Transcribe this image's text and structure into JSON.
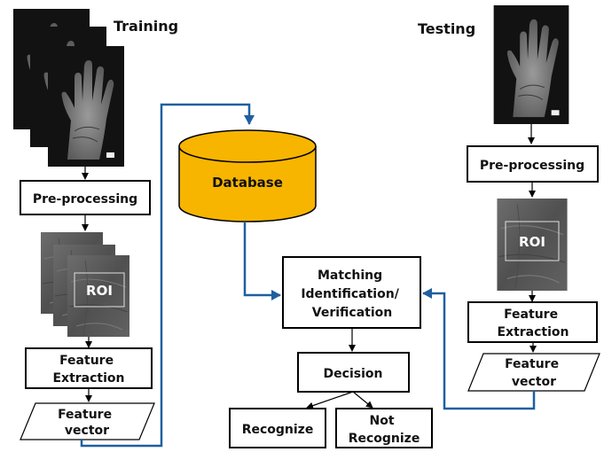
{
  "training": {
    "title": "Training",
    "preprocessing": "Pre-processing",
    "roi": "ROI",
    "feature_extraction": [
      "Feature",
      "Extraction"
    ],
    "feature_vector": [
      "Feature",
      "vector"
    ]
  },
  "testing": {
    "title": "Testing",
    "preprocessing": "Pre-processing",
    "roi": "ROI",
    "feature_extraction": [
      "Feature",
      "Extraction"
    ],
    "feature_vector": [
      "Feature",
      "vector"
    ]
  },
  "database": {
    "label": "Database",
    "color": "#f7b500"
  },
  "matching": {
    "label": [
      "Matching",
      "Identification/",
      "Verification"
    ]
  },
  "decision": {
    "label": "Decision"
  },
  "outcomes": {
    "recognize": "Recognize",
    "not_recognize": [
      "Not",
      "Recognize"
    ]
  },
  "colors": {
    "flow_arrow": "#1f5fa0",
    "connector": "#000000",
    "box_border": "#000000"
  },
  "images": {
    "hand": "palm-hand-photo",
    "roi": "palm-roi-texture"
  }
}
